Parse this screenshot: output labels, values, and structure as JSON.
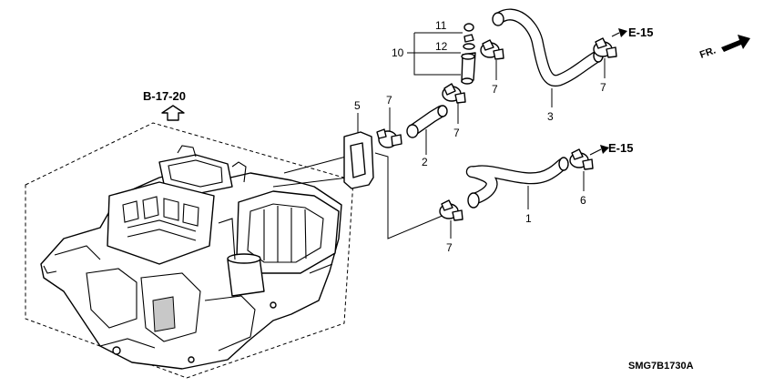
{
  "diagram": {
    "callouts": {
      "c1": "1",
      "c2": "2",
      "c3": "3",
      "c5": "5",
      "c6": "6",
      "c7a": "7",
      "c7b": "7",
      "c7c": "7",
      "c7d": "7",
      "c7e": "7",
      "c10": "10",
      "c11": "11",
      "c12": "12"
    },
    "refs": {
      "section_ref": "B-17-20",
      "e15_top": "E-15",
      "e15_mid": "E-15"
    },
    "direction_label": "FR.",
    "diagram_code": "SMG7B1730A",
    "colors": {
      "line": "#000000",
      "background": "#ffffff",
      "shade": "#c8c8c8"
    }
  }
}
